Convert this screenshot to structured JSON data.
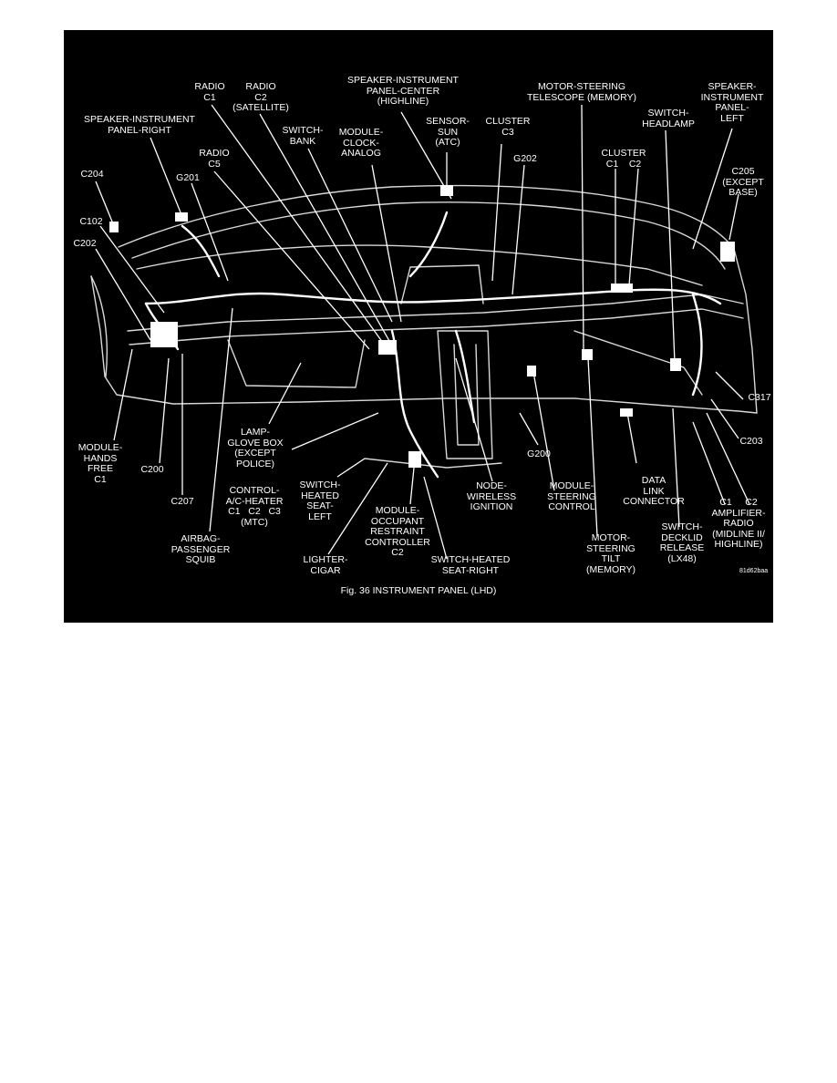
{
  "figure": {
    "caption": "Fig. 36  INSTRUMENT PANEL (LHD)",
    "code": "81d62baa",
    "colors": {
      "background": "#000000",
      "ink": "#ffffff"
    }
  },
  "labels": {
    "speaker_ip_center": "SPEAKER-INSTRUMENT\nPANEL-CENTER\n(HIGHLINE)",
    "radio_c1": "RADIO\nC1",
    "radio_c2": "RADIO\nC2\n(SATELLITE)",
    "speaker_ip_right": "SPEAKER-INSTRUMENT\nPANEL-RIGHT",
    "sensor_sun": "SENSOR-\nSUN\n(ATC)",
    "cluster_c3": "CLUSTER\nC3",
    "motor_steering_telescope": "MOTOR-STEERING\nTELESCOPE (MEMORY)",
    "speaker_ip_left": "SPEAKER-\nINSTRUMENT\nPANEL-\nLEFT",
    "switch_bank": "SWITCH-\nBANK",
    "module_clock": "MODULE-\nCLOCK-\nANALOG",
    "switch_headlamp": "SWITCH-\nHEADLAMP",
    "radio_c5": "RADIO\nC5",
    "g202": "G202",
    "cluster_c1_c2": "CLUSTER\nC1    C2",
    "c204": "C204",
    "g201": "G201",
    "c205": "C205\n(EXCEPT\nBASE)",
    "c102": "C102",
    "c202": "C202",
    "c317": "C317",
    "c203": "C203",
    "module_hands_free": "MODULE-\nHANDS\nFREE\nC1",
    "lamp_glove_box": "LAMP-\nGLOVE BOX\n(EXCEPT\nPOLICE)",
    "g200": "G200",
    "c200": "C200",
    "c207": "C207",
    "control_ac_heater": "CONTROL-\nA/C-HEATER\nC1   C2   C3\n(MTC)",
    "switch_heated_seat_left": "SWITCH-\nHEATED\nSEAT-\nLEFT",
    "node_wireless_ignition": "NODE-\nWIRELESS\nIGNITION",
    "module_steering_control": "MODULE-\nSTEERING\nCONTROL",
    "data_link_connector": "DATA\nLINK\nCONNECTOR",
    "amplifier_radio": "C1     C2\nAMPLIFIER-\nRADIO\n(MIDLINE II/\nHIGHLINE)",
    "airbag_passenger_squib": "AIRBAG-\nPASSENGER\nSQUIB",
    "module_occupant_restraint": "MODULE-\nOCCUPANT\nRESTRAINT\nCONTROLLER\nC2",
    "lighter_cigar": "LIGHTER-\nCIGAR",
    "switch_heated_seat_right": "SWITCH-HEATED\nSEAT-RIGHT",
    "motor_steering_tilt": "MOTOR-\nSTEERING\nTILT\n(MEMORY)",
    "switch_decklid_release": "SWITCH-\nDECKLID\nRELEASE\n(LX48)"
  }
}
